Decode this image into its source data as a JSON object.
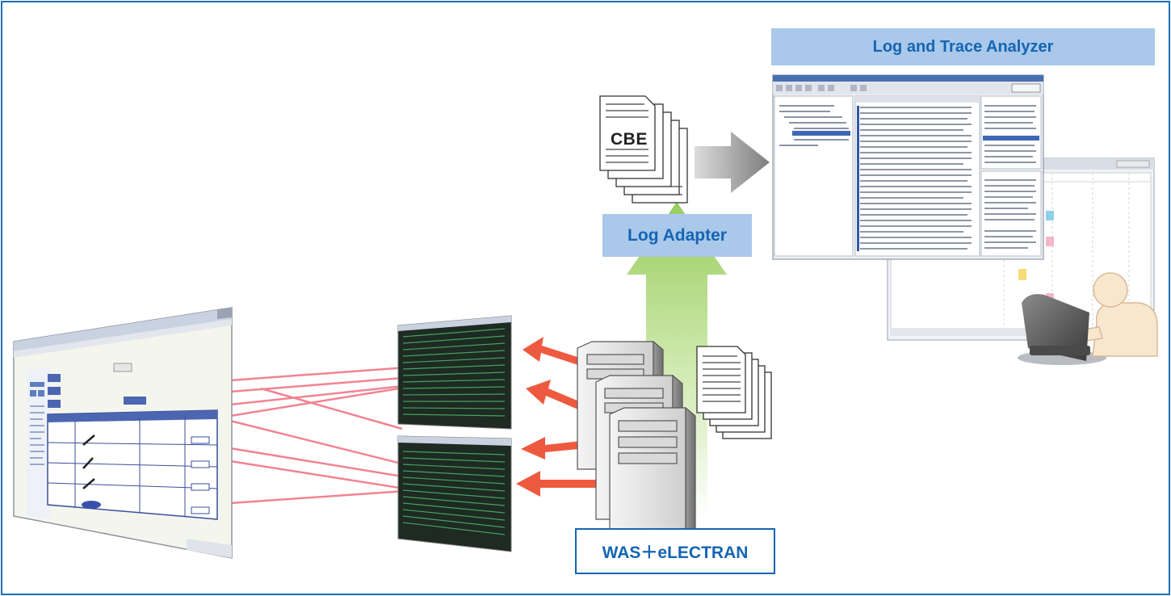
{
  "labels": {
    "log_trace_analyzer": "Log and Trace Analyzer",
    "log_adapter": "Log Adapter",
    "cbe": "CBE",
    "was_electran": "WAS＋eLECTRAN"
  },
  "colors": {
    "frame_border": "#1f6fb2",
    "label_box_fill": "#a9c8ea",
    "label_text": "#1565b3",
    "red_arrow": "#ee5a3f",
    "red_line": "#e8495a",
    "upload_arrow": "#9fd16b",
    "gray_arrow": "#8f8f8f"
  },
  "icons": {
    "web_browser": "browser-window-icon",
    "terminals": "terminal-screen-icon",
    "servers": "server-tower-icon",
    "log_docs": "document-stack-icon",
    "user": "person-at-computer-icon"
  }
}
